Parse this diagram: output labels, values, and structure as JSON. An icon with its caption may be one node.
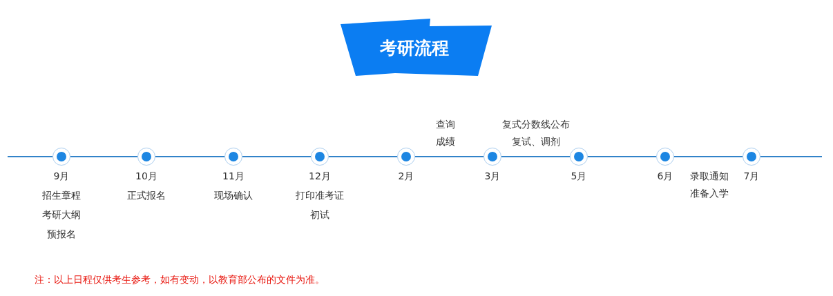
{
  "diagram": {
    "title": "考研流程",
    "nodes": [
      {
        "text": [],
        "shape": "circle",
        "beside": [
          "9月",
          "招生章程",
          "考研大纲",
          "预报名"
        ]
      },
      {
        "text": [],
        "shape": "circle",
        "beside": [
          "10月",
          "正式报名"
        ]
      },
      {
        "text": [],
        "shape": "circle",
        "beside": [
          "11月",
          "现场确认"
        ]
      },
      {
        "text": [],
        "shape": "circle",
        "beside": [
          "12月",
          "打印准考证",
          "初试"
        ]
      },
      {
        "text": [],
        "shape": "circle",
        "beside": [
          "2月"
        ]
      },
      {
        "text": [],
        "shape": "circle",
        "beside": [
          "3月"
        ]
      },
      {
        "text": [],
        "shape": "circle",
        "beside": [
          "5月"
        ]
      },
      {
        "text": [],
        "shape": "circle",
        "beside": [
          "6月"
        ]
      },
      {
        "text": [],
        "shape": "circle",
        "beside": [
          "7月"
        ]
      }
    ],
    "edges": [
      {
        "from": null,
        "to": 0,
        "arrow": "none"
      },
      {
        "from": 0,
        "to": 1,
        "arrow": "none"
      },
      {
        "from": 1,
        "to": 2,
        "arrow": "none"
      },
      {
        "from": 2,
        "to": 3,
        "arrow": "none"
      },
      {
        "from": 3,
        "to": 4,
        "arrow": "none"
      },
      {
        "from": 4,
        "to": 5,
        "arrow": "none"
      },
      {
        "from": 5,
        "to": 6,
        "arrow": "none"
      },
      {
        "from": 6,
        "to": 7,
        "arrow": "none"
      },
      {
        "from": 7,
        "to": 8,
        "arrow": "none"
      },
      {
        "from": 8,
        "to": null,
        "arrow": "none"
      }
    ],
    "labels": [
      "查询成绩",
      "复式分数线公布",
      "复试、调剂",
      "录取通知",
      "准备入学",
      "注：以上日程仅供考生参考，如有变动，以教育部公布的文件为准。"
    ]
  }
}
